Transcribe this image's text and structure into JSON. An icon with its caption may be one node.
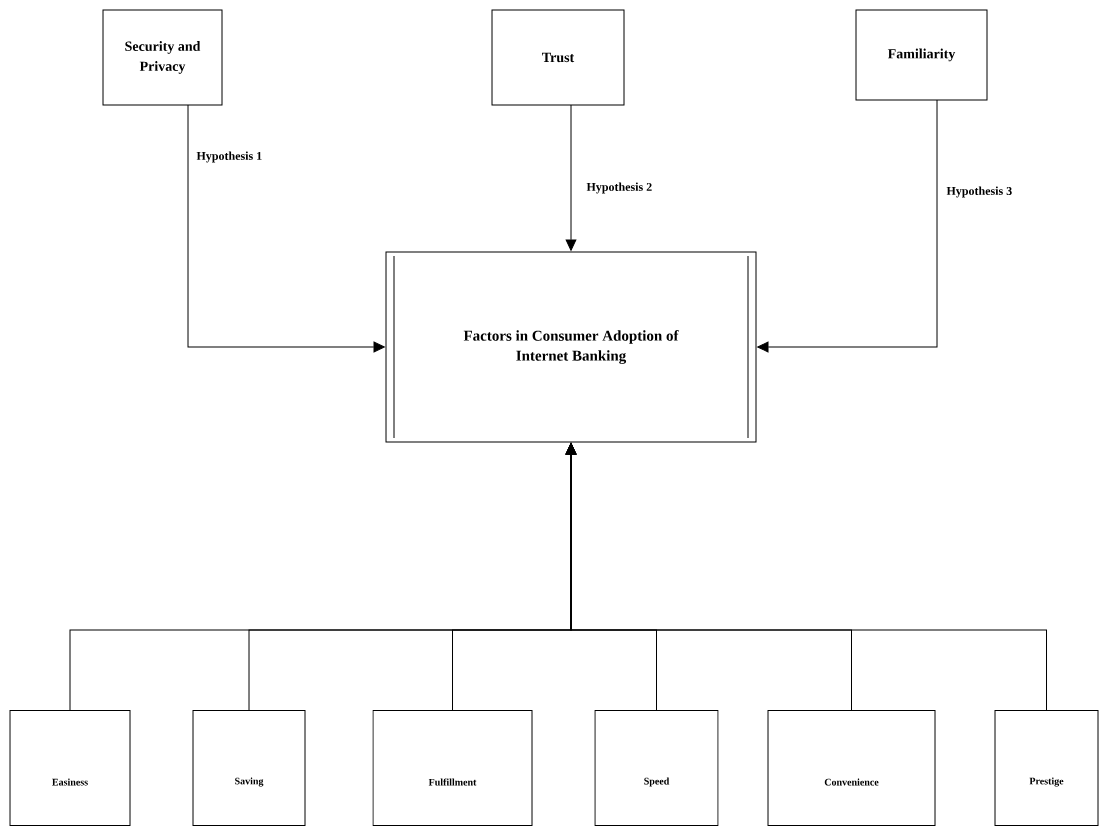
{
  "diagram": {
    "nodes": [
      {
        "text": [
          "Security and Privacy"
        ]
      },
      {
        "text": [
          "Trust"
        ]
      },
      {
        "text": [
          "Familiarity"
        ]
      },
      {
        "text": [
          "Factors in Consumer Adoption of Internet Banking"
        ]
      },
      {
        "text": [
          "Easiness"
        ]
      },
      {
        "text": [
          "Saving"
        ]
      },
      {
        "text": [
          "Fulfillment"
        ]
      },
      {
        "text": [
          "Speed"
        ]
      },
      {
        "text": [
          "Convenience"
        ]
      },
      {
        "text": [
          "Prestige"
        ]
      }
    ],
    "edges": [
      {
        "from": 0,
        "to": 3,
        "arrow": "to",
        "label": "Hypothesis 1"
      },
      {
        "from": 1,
        "to": 3,
        "arrow": "to",
        "label": "Hypothesis 2"
      },
      {
        "from": 2,
        "to": 3,
        "arrow": "to",
        "label": "Hypothesis 3"
      },
      {
        "from": 4,
        "to": 3,
        "arrow": "to"
      },
      {
        "from": 5,
        "to": 3,
        "arrow": "to"
      },
      {
        "from": 6,
        "to": 3,
        "arrow": "to"
      },
      {
        "from": 7,
        "to": 3,
        "arrow": "to"
      },
      {
        "from": 8,
        "to": 3,
        "arrow": "to"
      },
      {
        "from": 9,
        "to": 3,
        "arrow": "to"
      }
    ]
  }
}
